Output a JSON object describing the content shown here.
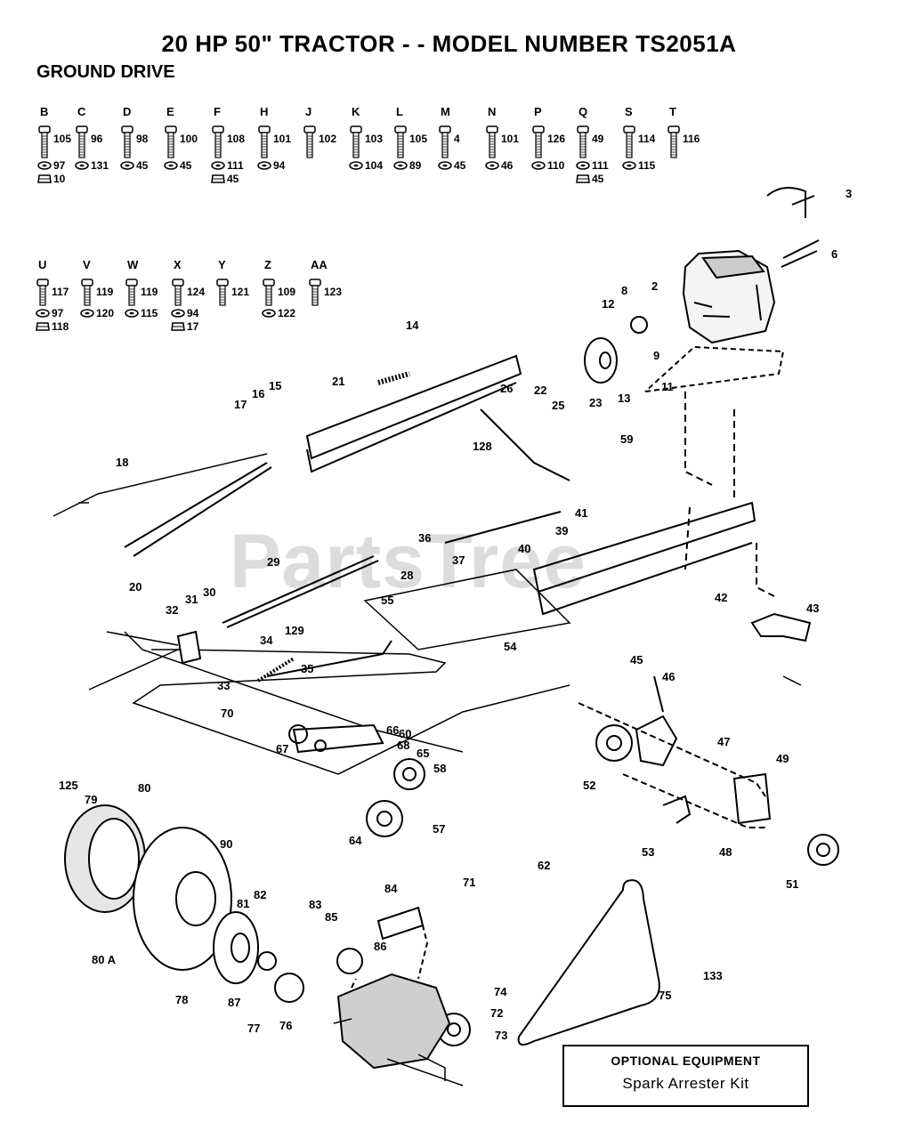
{
  "header": {
    "title": "20 HP 50\" TRACTOR - - MODEL NUMBER TS2051A",
    "subtitle": "GROUND DRIVE"
  },
  "watermark": "PartsTree",
  "hardware_row1": [
    {
      "letter": "B",
      "parts": [
        "105",
        "97",
        "10"
      ]
    },
    {
      "letter": "C",
      "parts": [
        "96",
        "131"
      ]
    },
    {
      "letter": "D",
      "parts": [
        "98",
        "45"
      ]
    },
    {
      "letter": "E",
      "parts": [
        "100",
        "45"
      ]
    },
    {
      "letter": "F",
      "parts": [
        "108",
        "111",
        "45"
      ]
    },
    {
      "letter": "H",
      "parts": [
        "101",
        "94"
      ]
    },
    {
      "letter": "J",
      "parts": [
        "102"
      ]
    },
    {
      "letter": "K",
      "parts": [
        "103",
        "104"
      ]
    },
    {
      "letter": "L",
      "parts": [
        "105",
        "89"
      ]
    },
    {
      "letter": "M",
      "parts": [
        "4",
        "45"
      ]
    },
    {
      "letter": "N",
      "parts": [
        "101",
        "46"
      ]
    },
    {
      "letter": "P",
      "parts": [
        "126",
        "110"
      ]
    },
    {
      "letter": "Q",
      "parts": [
        "49",
        "111",
        "45"
      ]
    },
    {
      "letter": "S",
      "parts": [
        "114",
        "115"
      ]
    },
    {
      "letter": "T",
      "parts": [
        "116"
      ]
    }
  ],
  "hardware_row2": [
    {
      "letter": "U",
      "parts": [
        "117",
        "97",
        "118"
      ]
    },
    {
      "letter": "V",
      "parts": [
        "119",
        "120"
      ]
    },
    {
      "letter": "W",
      "parts": [
        "119",
        "115"
      ]
    },
    {
      "letter": "X",
      "parts": [
        "124",
        "94",
        "17"
      ]
    },
    {
      "letter": "Y",
      "parts": [
        "121"
      ]
    },
    {
      "letter": "Z",
      "parts": [
        "109",
        "122"
      ]
    },
    {
      "letter": "AA",
      "parts": [
        "123"
      ]
    }
  ],
  "callouts": [
    "2",
    "3",
    "6",
    "8",
    "9",
    "11",
    "12",
    "13",
    "14",
    "15",
    "16",
    "17",
    "18",
    "20",
    "21",
    "22",
    "23",
    "25",
    "26",
    "28",
    "29",
    "30",
    "31",
    "32",
    "33",
    "34",
    "35",
    "36",
    "37",
    "39",
    "40",
    "41",
    "42",
    "43",
    "45",
    "46",
    "47",
    "48",
    "49",
    "51",
    "52",
    "53",
    "54",
    "55",
    "57",
    "58",
    "59",
    "60",
    "62",
    "64",
    "65",
    "66",
    "67",
    "68",
    "70",
    "71",
    "72",
    "73",
    "74",
    "75",
    "76",
    "77",
    "78",
    "79",
    "80",
    "80 A",
    "81",
    "82",
    "83",
    "84",
    "85",
    "86",
    "87",
    "90",
    "125",
    "128",
    "129",
    "133"
  ],
  "optional_equipment": {
    "heading": "OPTIONAL EQUIPMENT",
    "item": "Spark Arrester Kit"
  }
}
